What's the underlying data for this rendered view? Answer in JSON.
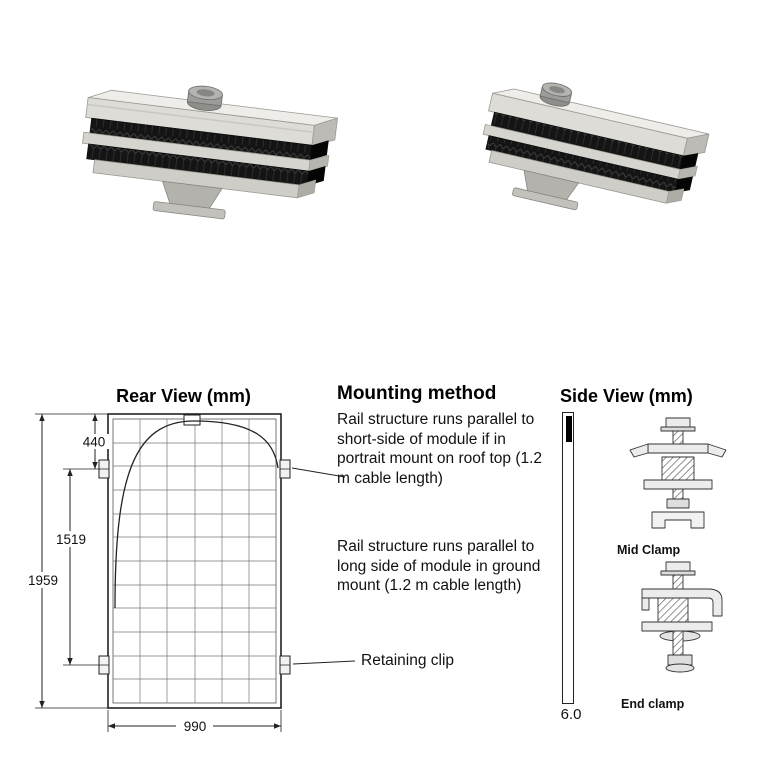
{
  "rear_view": {
    "title": "Rear View (mm)",
    "dim_440": "440",
    "dim_1519": "1519",
    "dim_1959": "1959",
    "dim_990": "990"
  },
  "mounting": {
    "title": "Mounting method",
    "para1": "Rail structure runs parallel to short-side of module if in portrait mount on roof top (1.2 m cable length)",
    "para2": "Rail structure runs parallel to long side of module in ground mount (1.2 m cable length)",
    "retaining_clip": "Retaining clip"
  },
  "side_view": {
    "title": "Side View (mm)",
    "thickness": "6.0",
    "mid_clamp_label": "Mid Clamp",
    "end_clamp_label": "End clamp"
  },
  "colors": {
    "ink": "#111111",
    "drawing_line": "#222222",
    "aluminum": "#dedcd7",
    "rubber_black": "#141414"
  }
}
